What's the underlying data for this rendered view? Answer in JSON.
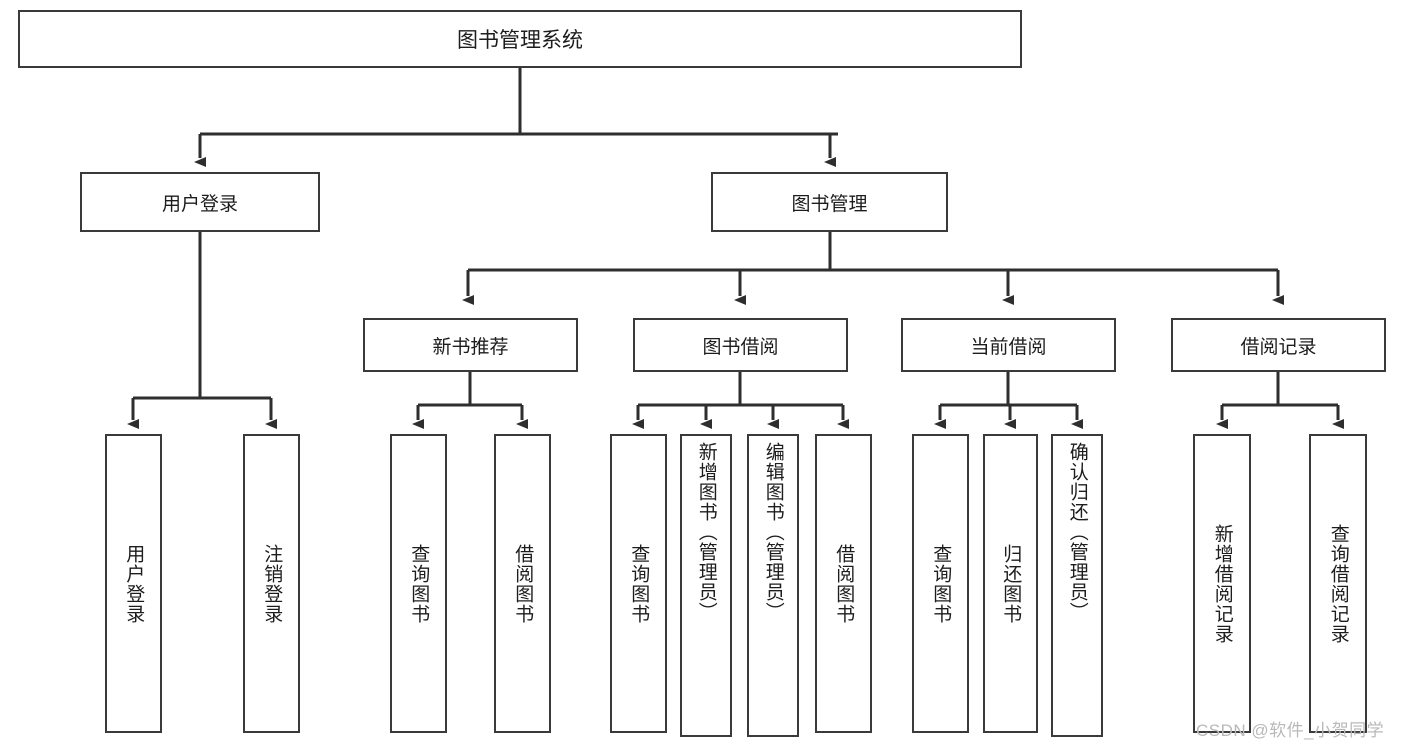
{
  "diagram": {
    "title": "图书管理系统",
    "type": "tree-hierarchy-diagram",
    "root": {
      "label": "图书管理系统"
    },
    "level1": [
      {
        "label": "用户登录"
      },
      {
        "label": "图书管理"
      }
    ],
    "level2": [
      {
        "label": "新书推荐"
      },
      {
        "label": "图书借阅"
      },
      {
        "label": "当前借阅"
      },
      {
        "label": "借阅记录"
      }
    ],
    "leaves": {
      "user_login": [
        {
          "label": "用户登录"
        },
        {
          "label": "注销登录"
        }
      ],
      "new_book_recommend": [
        {
          "label": "查询图书"
        },
        {
          "label": "借阅图书"
        }
      ],
      "book_borrow": [
        {
          "label": "查询图书"
        },
        {
          "label": "新增图书（管理员）"
        },
        {
          "label": "编辑图书（管理员）"
        },
        {
          "label": "借阅图书"
        }
      ],
      "current_borrow": [
        {
          "label": "查询图书"
        },
        {
          "label": "归还图书"
        },
        {
          "label": "确认归还（管理员）"
        }
      ],
      "borrow_records": [
        {
          "label": "新增借阅记录"
        },
        {
          "label": "查询借阅记录"
        }
      ]
    }
  },
  "watermark": {
    "text": "CSDN @软件_小贺同学"
  },
  "colors": {
    "border": "#3a3a3a",
    "background": "#ffffff",
    "text": "#1d1d1d",
    "watermark": "#b9b9b9"
  }
}
